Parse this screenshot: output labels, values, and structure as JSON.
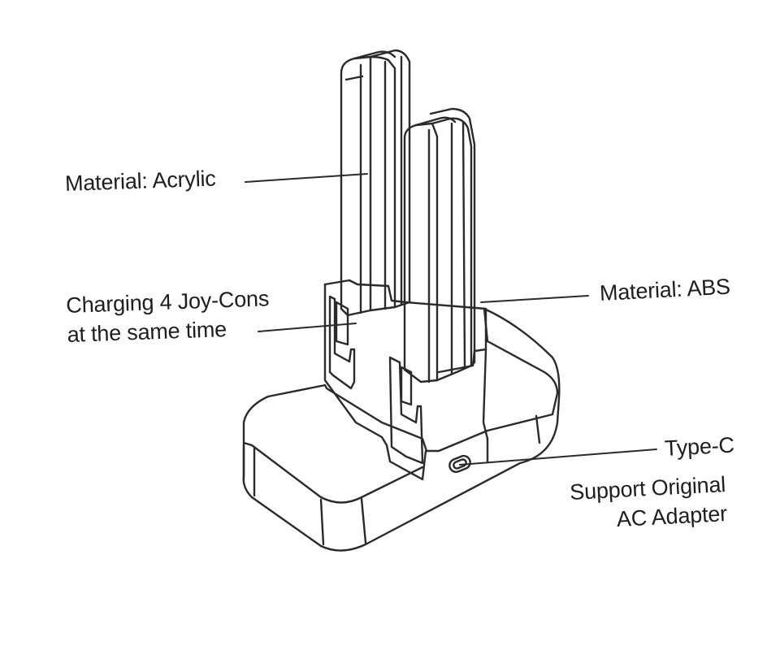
{
  "callouts": {
    "material_acrylic": "Material: Acrylic",
    "charging_line1": "Charging 4 Joy-Cons",
    "charging_line2": "at the same time",
    "material_abs": "Material: ABS",
    "type_c": "Type-C",
    "adapter_line1": "Support Original",
    "adapter_line2": "AC Adapter"
  },
  "colors": {
    "outline": "#2a2a2a",
    "text": "#1e1e1e",
    "background": "#ffffff"
  }
}
